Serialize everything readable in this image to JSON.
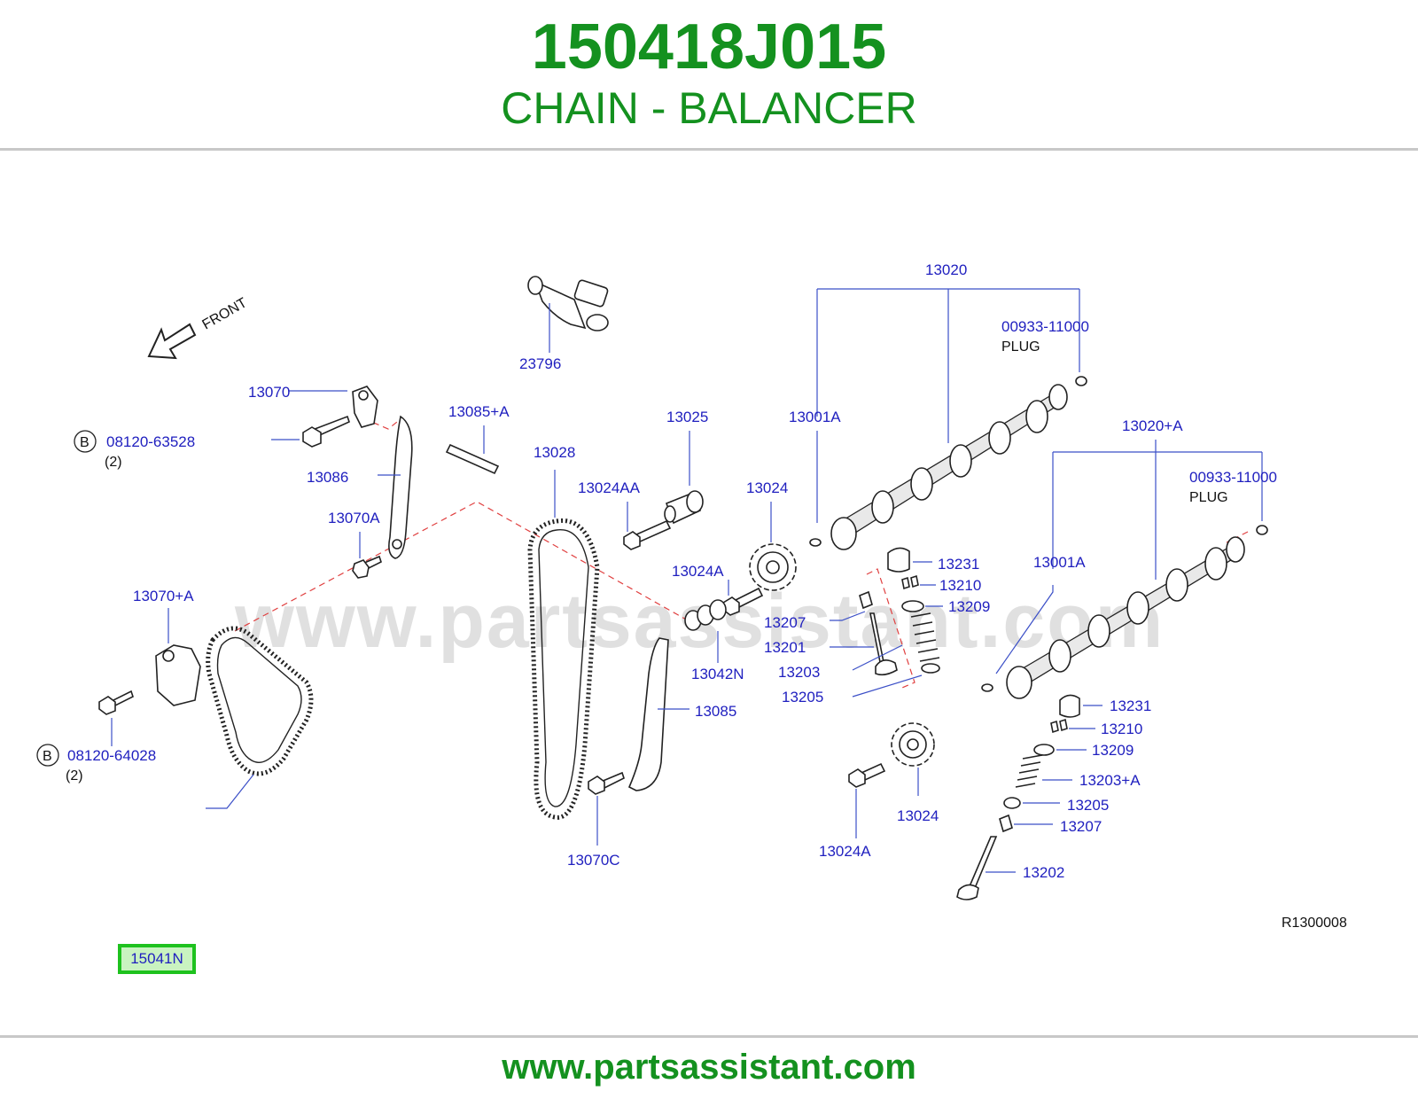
{
  "header": {
    "part_number": "150418J015",
    "part_name": "CHAIN - BALANCER"
  },
  "footer": {
    "url": "www.partsassistant.com"
  },
  "diagram": {
    "watermark": "www.partsassistant.com",
    "front_label": "FRONT",
    "reference_code": "R1300008",
    "highlighted_part": "15041N",
    "callouts": {
      "c23796": "23796",
      "c13070": "13070",
      "c08120_63528": "08120-63528",
      "c08120_63528_qty": "(2)",
      "c08120_63528_mark": "B",
      "c13085a": "13085+A",
      "c13025": "13025",
      "c13001a_1": "13001A",
      "c13020": "13020",
      "c00933_1": "00933-11000",
      "plug_1": "PLUG",
      "c13086": "13086",
      "c13028": "13028",
      "c13024aa": "13024AA",
      "c13024_1": "13024",
      "c13020a": "13020+A",
      "c00933_2": "00933-11000",
      "plug_2": "PLUG",
      "c13070a": "13070A",
      "c13231_1": "13231",
      "c13001a_2": "13001A",
      "c13024a_1": "13024A",
      "c13210_1": "13210",
      "c13070pa": "13070+A",
      "c13209_1": "13209",
      "c13207_1": "13207",
      "c13201": "13201",
      "c13042n": "13042N",
      "c13203": "13203",
      "c13205_1": "13205",
      "c13231_2": "13231",
      "c13085": "13085",
      "c13210_2": "13210",
      "c08120_64028": "08120-64028",
      "c08120_64028_qty": "(2)",
      "c08120_64028_mark": "B",
      "c13209_2": "13209",
      "c13203a": "13203+A",
      "c13205_2": "13205",
      "c13024_2": "13024",
      "c13207_2": "13207",
      "c13024a_2": "13024A",
      "c13070c": "13070C",
      "c13202": "13202"
    }
  }
}
